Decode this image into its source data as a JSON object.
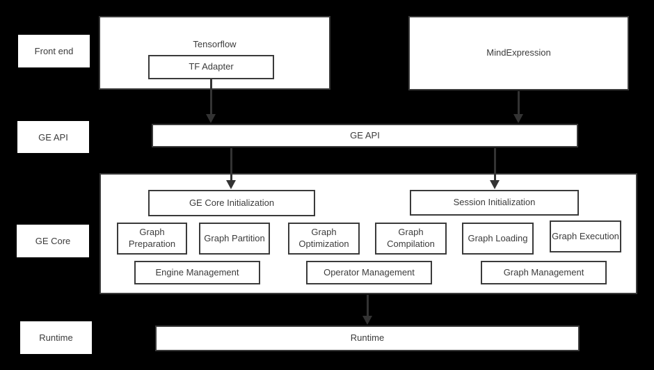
{
  "colors": {
    "background": "#000000",
    "box_fill": "#ffffff",
    "border": "#3a3a3a",
    "text": "#3b3b3b",
    "arrow": "#333333"
  },
  "row_labels": {
    "front_end": "Front end",
    "ge_api": "GE API",
    "ge_core": "GE Core",
    "runtime": "Runtime"
  },
  "front_end": {
    "tensorflow": "Tensorflow",
    "tf_adapter": "TF Adapter",
    "mind_expression": "MindExpression"
  },
  "ge_api_bar": {
    "label": "GE API"
  },
  "ge_core": {
    "ge_core_init": "GE Core Initialization",
    "session_init": "Session Initialization",
    "modules": [
      "Graph Preparation",
      "Graph Partition",
      "Graph Optimization",
      "Graph Compilation",
      "Graph Loading",
      "Graph Execution"
    ],
    "management": [
      "Engine Management",
      "Operator Management",
      "Graph Management"
    ]
  },
  "runtime_bar": {
    "label": "Runtime"
  }
}
